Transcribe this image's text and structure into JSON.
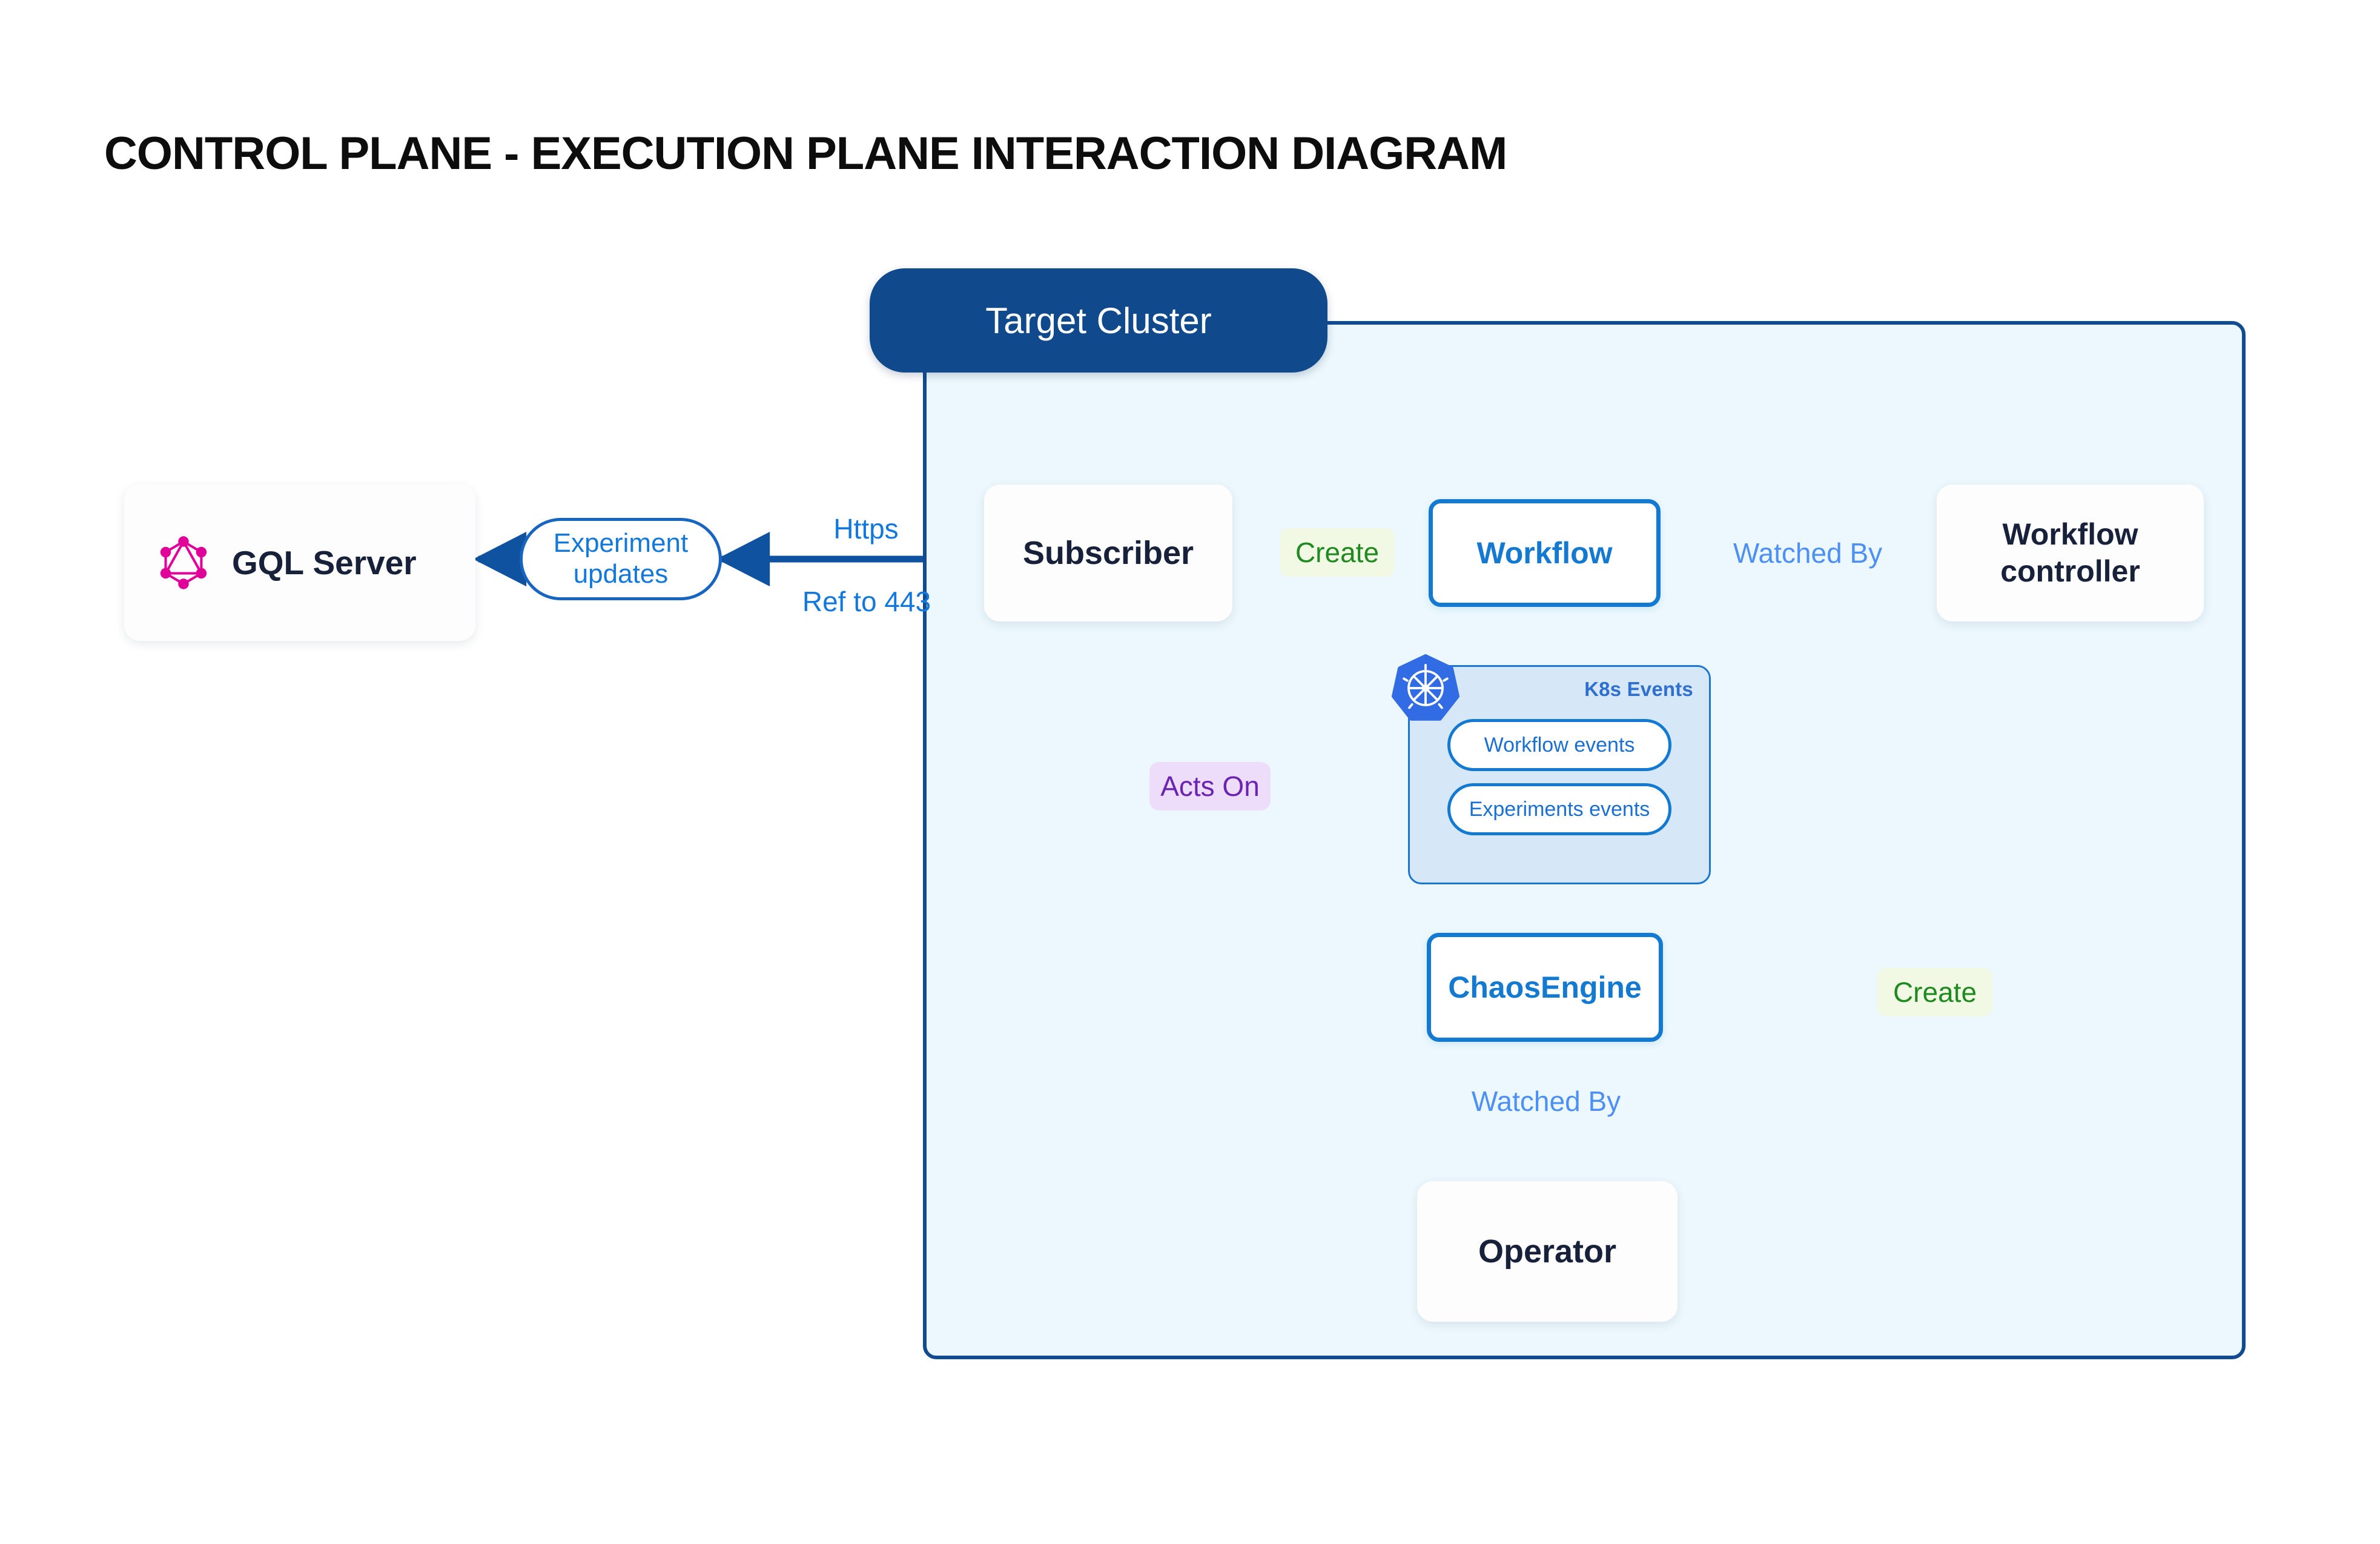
{
  "page": {
    "title": "CONTROL PLANE - EXECUTION PLANE INTERACTION DIAGRAM",
    "background_color": "#ffffff"
  },
  "cluster": {
    "title": "Target Cluster",
    "fill_color": "#ecf8fd",
    "border_color": "#134b8f",
    "title_pill_color": "#11498d"
  },
  "nodes": {
    "gql_server": {
      "label": "GQL Server",
      "icon": "graphql-icon",
      "icon_color": "#e10098",
      "text_color": "#18213a"
    },
    "subscriber": {
      "label": "Subscriber",
      "text_color": "#18213a"
    },
    "workflow": {
      "label": "Workflow",
      "text_color": "#1479d0",
      "border_color": "#1479d0"
    },
    "workflow_controller": {
      "label": "Workflow controller",
      "line1": "Workflow",
      "line2": "controller",
      "text_color": "#18213a"
    },
    "chaos_engine": {
      "label": "ChaosEngine",
      "text_color": "#1479d0",
      "border_color": "#1479d0"
    },
    "operator": {
      "label": "Operator",
      "text_color": "#18213a"
    }
  },
  "k8s_panel": {
    "title": "K8s Events",
    "logo": "kubernetes-icon",
    "logo_color": "#326ce5",
    "fill_color": "#d6e8f8",
    "border_color": "#1b76d2",
    "chips": [
      {
        "label": "Workflow events"
      },
      {
        "label": "Experiments events"
      }
    ]
  },
  "edges": [
    {
      "id": "experiment-updates",
      "label": "Experiment updates",
      "color": "#1378dc",
      "style": "pill"
    },
    {
      "id": "https",
      "label": "Https",
      "color": "#1378dc",
      "style": "plain"
    },
    {
      "id": "ref-to-443",
      "label": "Ref to 443",
      "color": "#1378dc",
      "style": "plain"
    },
    {
      "id": "create-workflow",
      "label": "Create",
      "color": "#1f8a1f",
      "background": "#f1f9e4"
    },
    {
      "id": "watched-by-controller",
      "label": "Watched By",
      "color": "#4d90f5"
    },
    {
      "id": "acts-on",
      "label": "Acts On",
      "color": "#6b24b2",
      "background": "#eddcfa"
    },
    {
      "id": "create-chaosengine",
      "label": "Create",
      "color": "#1f8a1f",
      "background": "#f1f9e4"
    },
    {
      "id": "watched-by-operator",
      "label": "Watched By",
      "color": "#4d90f5"
    }
  ]
}
